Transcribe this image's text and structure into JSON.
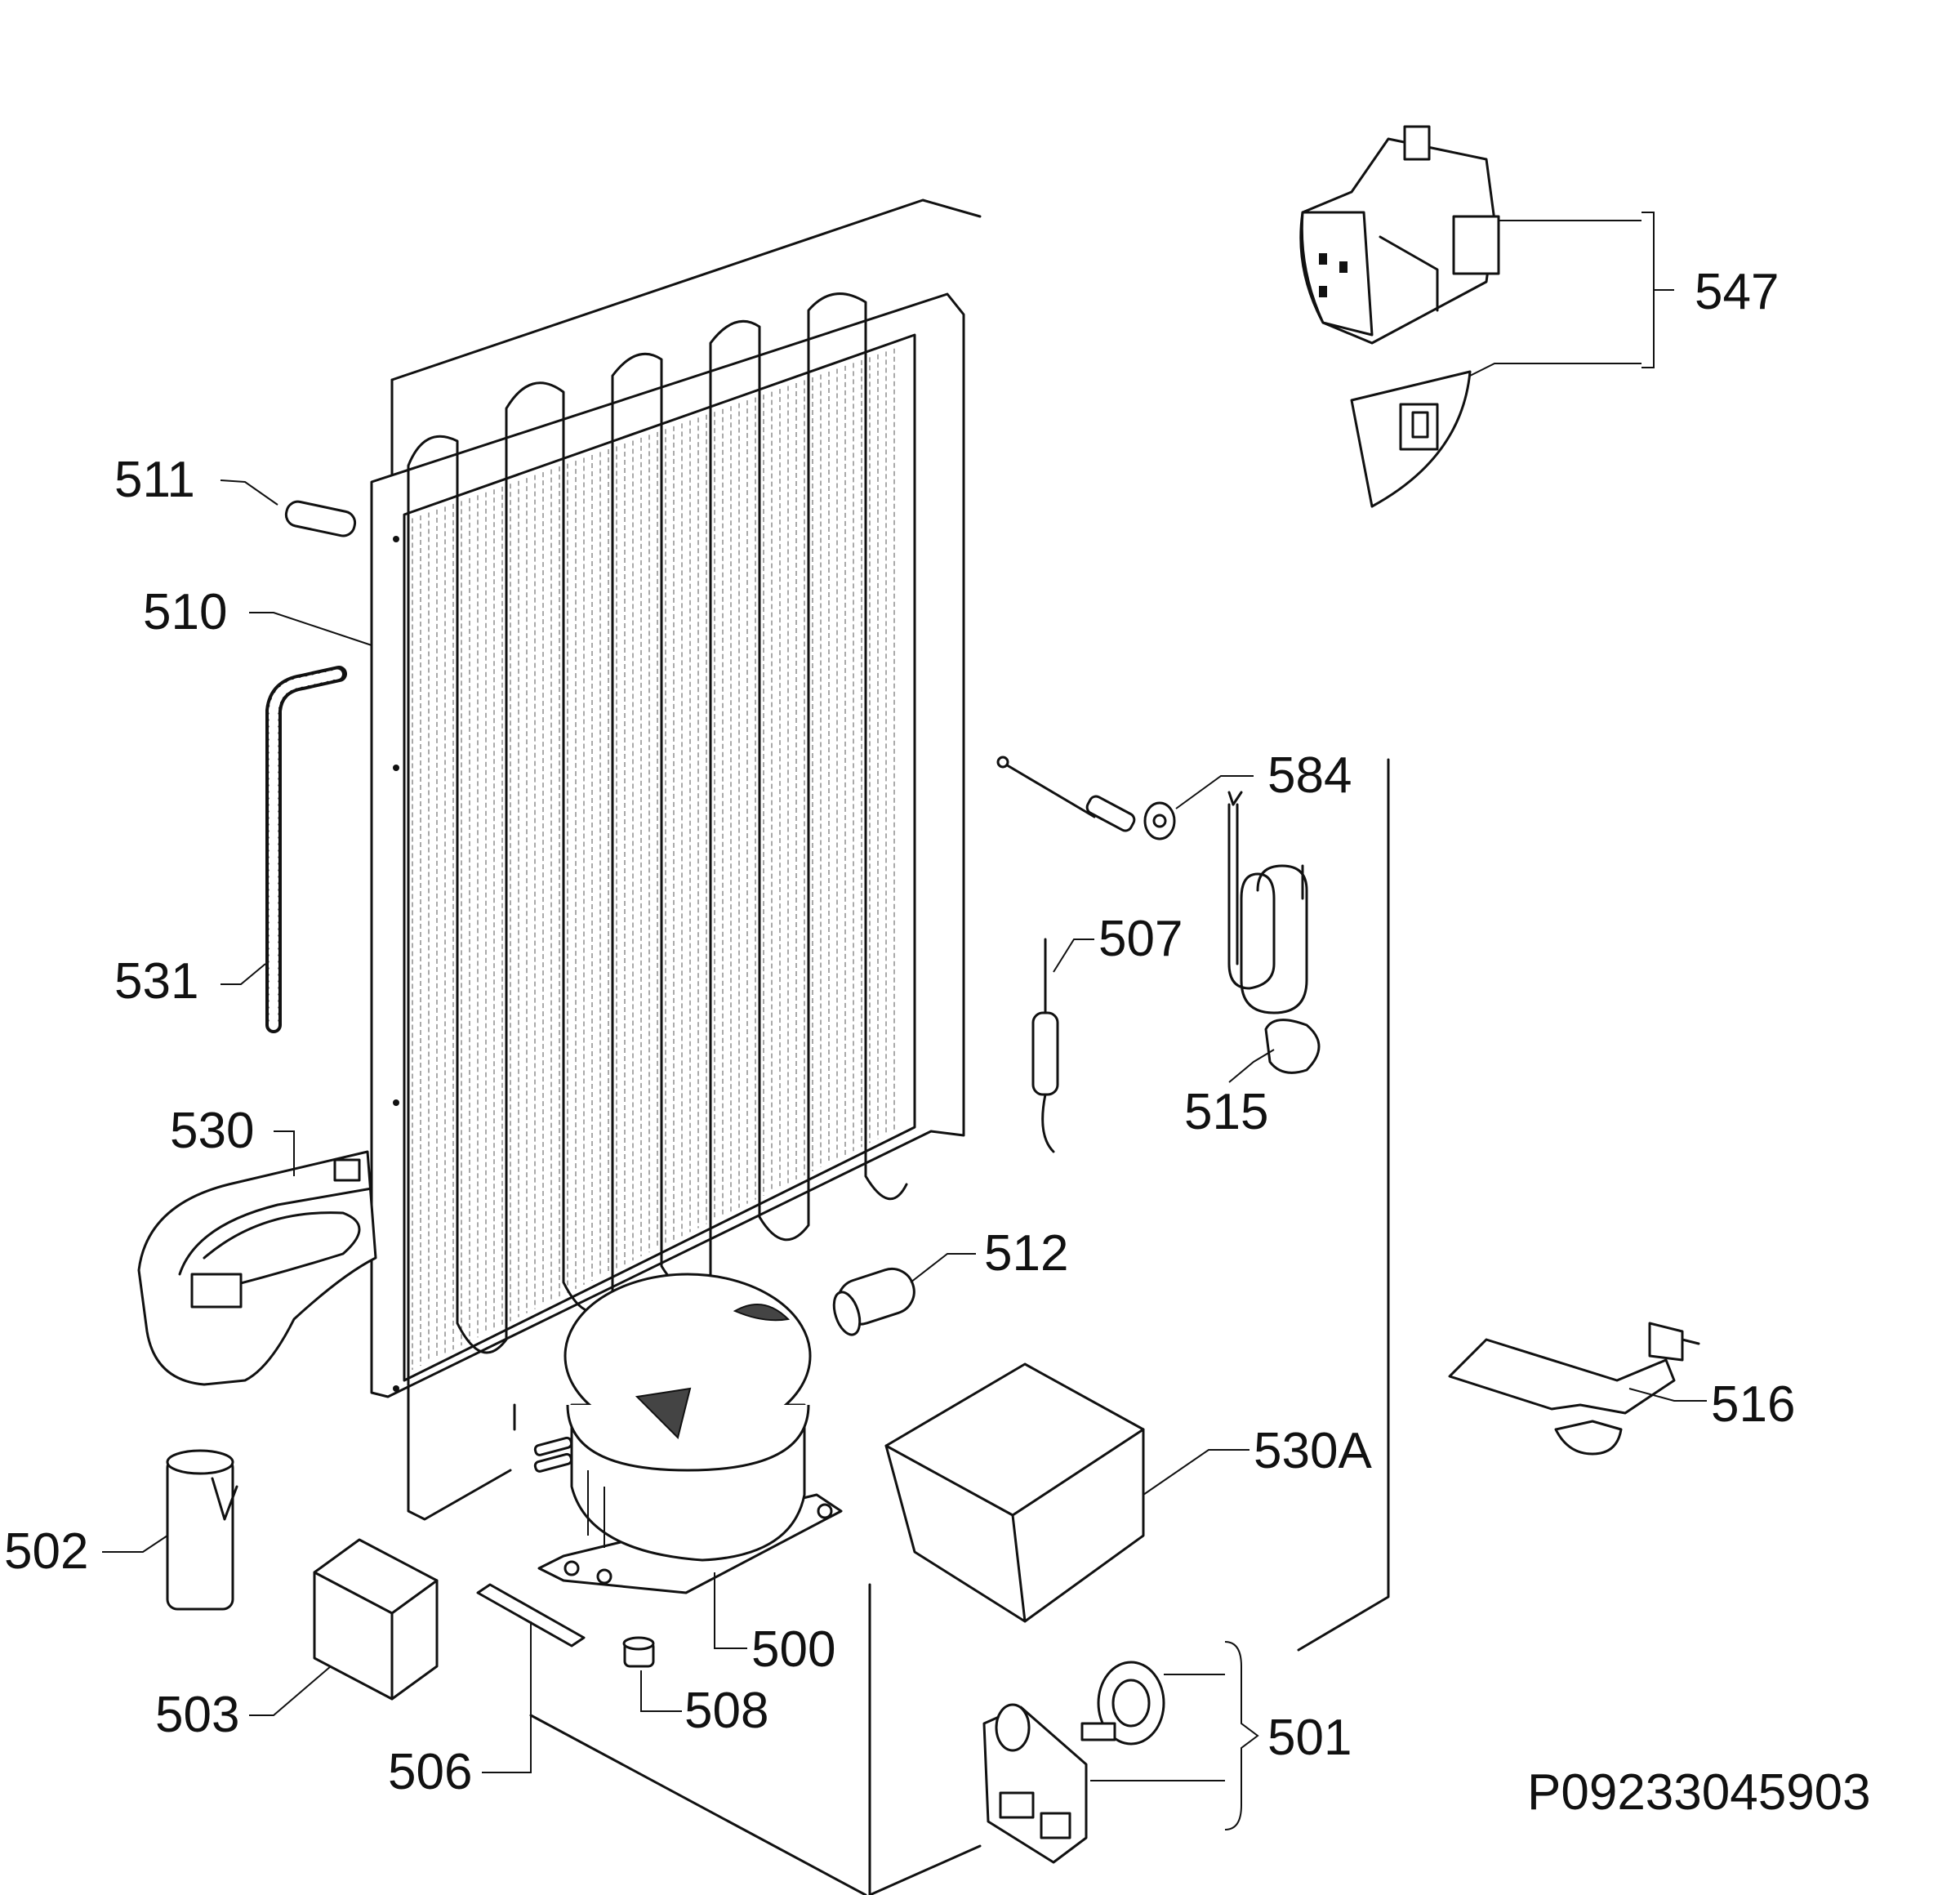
{
  "diagram": {
    "document_id": "P09233045903",
    "callouts": {
      "c500": "500",
      "c501": "501",
      "c502": "502",
      "c503": "503",
      "c506": "506",
      "c507": "507",
      "c508": "508",
      "c510": "510",
      "c511": "511",
      "c512": "512",
      "c515": "515",
      "c516": "516",
      "c530": "530",
      "c530A": "530A",
      "c531": "531",
      "c547": "547",
      "c584": "584"
    }
  }
}
